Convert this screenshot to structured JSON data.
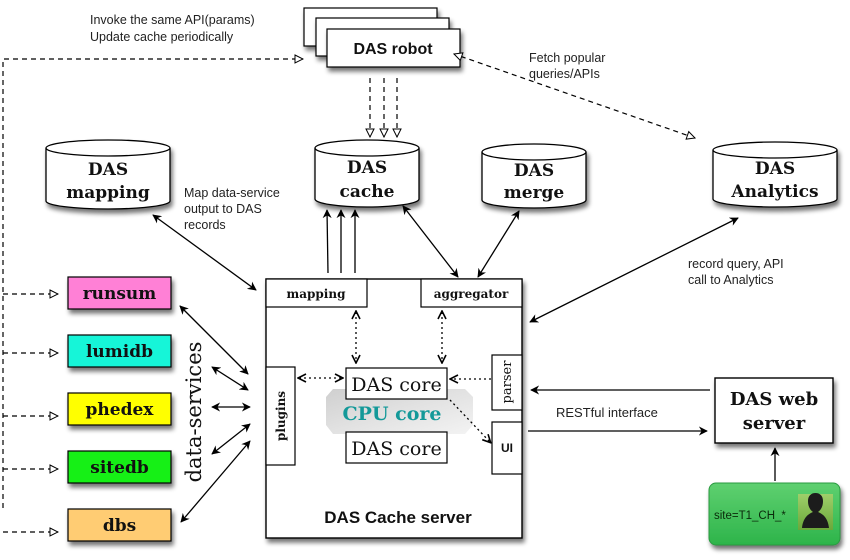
{
  "annotations": {
    "robot_invoke_line1": "Invoke the same API(params)",
    "robot_invoke_line2": "Update cache periodically",
    "fetch_popular_line1": "Fetch popular",
    "fetch_popular_line2": "queries/APIs",
    "map_output_line1": "Map data-service",
    "map_output_line2": "output to DAS",
    "map_output_line3": "records",
    "record_query_line1": "record query, API",
    "record_query_line2": "call to Analytics",
    "restful": "RESTful interface",
    "data_services": "data-services"
  },
  "robot": {
    "label": "DAS robot"
  },
  "databases": {
    "mapping": {
      "line1": "DAS",
      "line2": "mapping"
    },
    "cache": {
      "line1": "DAS",
      "line2": "cache"
    },
    "merge": {
      "line1": "DAS",
      "line2": "merge"
    },
    "analytics": {
      "line1": "DAS",
      "line2": "Analytics"
    }
  },
  "services": [
    {
      "label": "runsum",
      "color": "#ff80d6"
    },
    {
      "label": "lumidb",
      "color": "#19f5d8"
    },
    {
      "label": "phedex",
      "color": "#ffff00"
    },
    {
      "label": "sitedb",
      "color": "#19f019"
    },
    {
      "label": "dbs",
      "color": "#ffcc73"
    }
  ],
  "cache_server": {
    "title": "DAS Cache server",
    "mapping": "mapping",
    "aggregator": "aggregator",
    "plugins": "plugins",
    "parser": "parser",
    "ui": "UI",
    "core_top": "DAS core",
    "core_bottom": "DAS core",
    "cpu": "CPU core",
    "cpu_color": "#139999"
  },
  "web_server": {
    "line1": "DAS web",
    "line2": "server"
  },
  "user_query": {
    "text": "site=T1_CH_*",
    "color": "#33bb55"
  }
}
